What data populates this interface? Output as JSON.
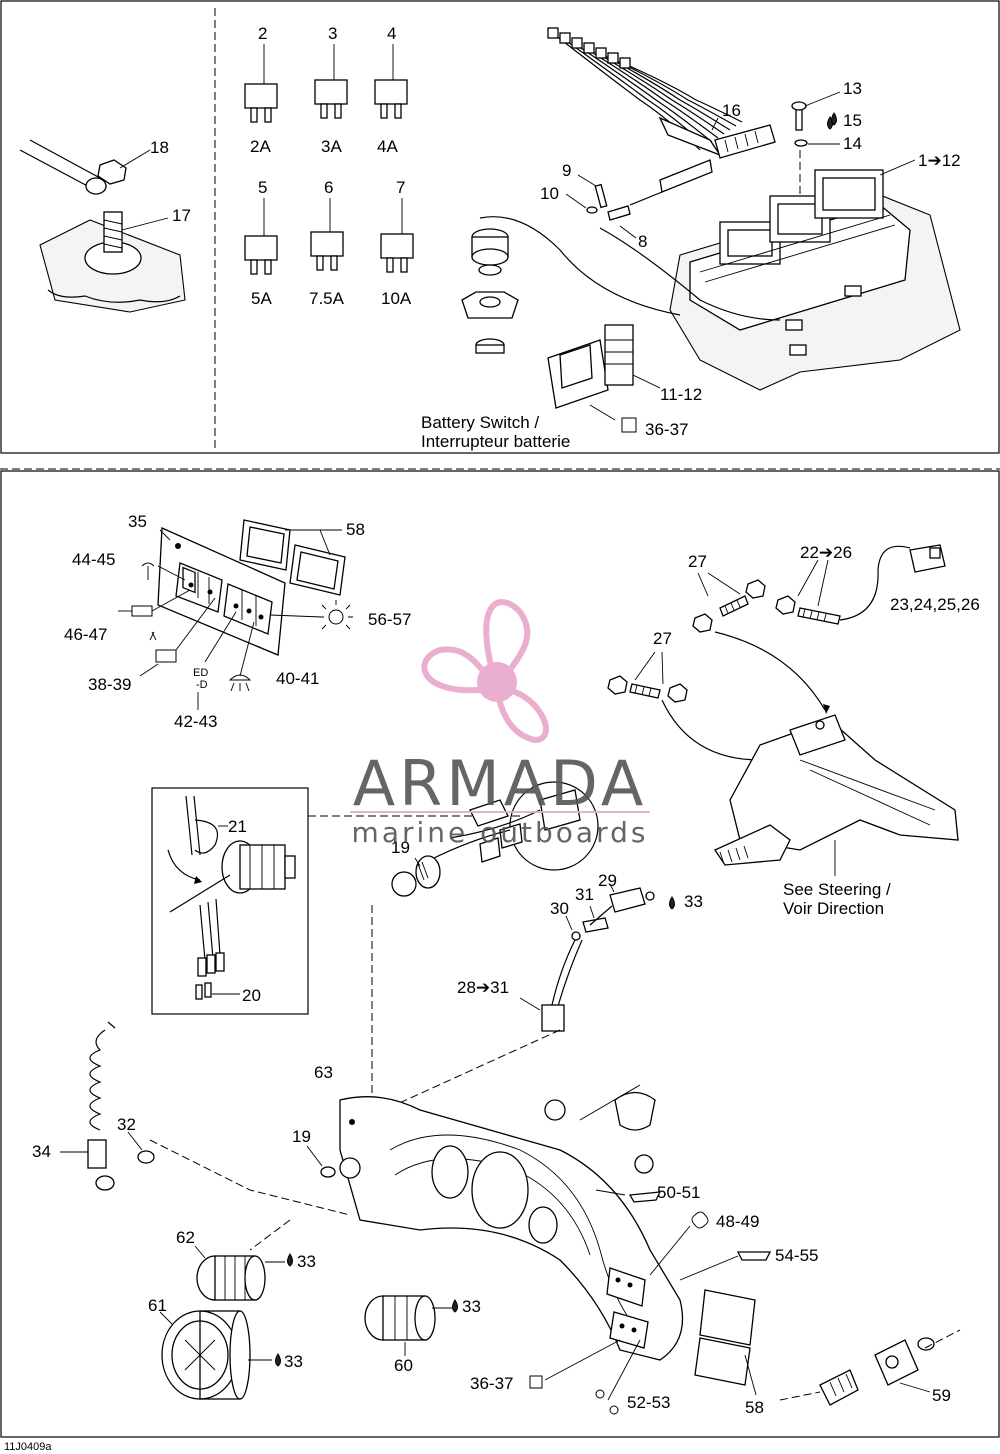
{
  "diagram_id": "11J0409a",
  "top_panel": {
    "labels": {
      "p2": "2",
      "p3": "3",
      "p4": "4",
      "fuse2": "2A",
      "fuse3": "3A",
      "fuse4": "4A",
      "p5": "5",
      "p6": "6",
      "p7": "7",
      "fuse5": "5A",
      "fuse6": "7.5A",
      "fuse7": "10A",
      "p18": "18",
      "p17": "17",
      "p16": "16",
      "p13": "13",
      "p15": "15",
      "p14": "14",
      "p1_12": "1➔12",
      "p9": "9",
      "p10": "10",
      "p8": "8",
      "p11_12": "11-12",
      "p36_37": "36-37",
      "battery_switch_en": "Battery Switch /",
      "battery_switch_fr": "Interrupteur batterie"
    }
  },
  "bottom_panel": {
    "labels": {
      "p35": "35",
      "p58a": "58",
      "p44_45": "44-45",
      "p46_47": "46-47",
      "p56_57": "56-57",
      "p38_39": "38-39",
      "p40_41": "40-41",
      "p42_43": "42-43",
      "p27a": "27",
      "p27b": "27",
      "p22_26": "22➔26",
      "p23_26": "23,24,25,26",
      "p21": "21",
      "p20": "20",
      "p19a": "19",
      "p19b": "19",
      "p29": "29",
      "p31": "31",
      "p30": "30",
      "p33a": "33",
      "p28_31": "28➔31",
      "see_steering_en": "See  Steering /",
      "see_steering_fr": "Voir Direction",
      "p63": "63",
      "p34": "34",
      "p32": "32",
      "p50_51": "50-51",
      "p48_49": "48-49",
      "p54_55": "54-55",
      "p62": "62",
      "p33b": "33",
      "p61": "61",
      "p33c": "33",
      "p33d": "33",
      "p60": "60",
      "p36_37b": "36-37",
      "p52_53": "52-53",
      "p58b": "58",
      "p59": "59"
    }
  },
  "watermark": {
    "brand": "ARMADA",
    "tagline": "marine outboards",
    "color": "#e8a6cc"
  }
}
